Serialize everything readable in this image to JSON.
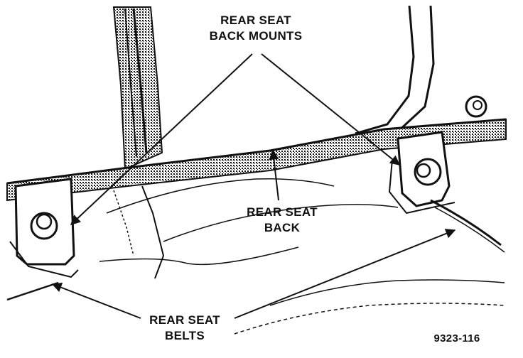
{
  "labels": {
    "seat_back_mounts": [
      "REAR SEAT",
      "BACK MOUNTS"
    ],
    "seat_back": [
      "REAR SEAT",
      "BACK"
    ],
    "seat_belts": [
      "REAR SEAT",
      "BELTS"
    ]
  },
  "figure_number": "9323-116",
  "colors": {
    "ink": "#111111",
    "shade": "#8a8a8a",
    "paper": "#ffffff"
  }
}
